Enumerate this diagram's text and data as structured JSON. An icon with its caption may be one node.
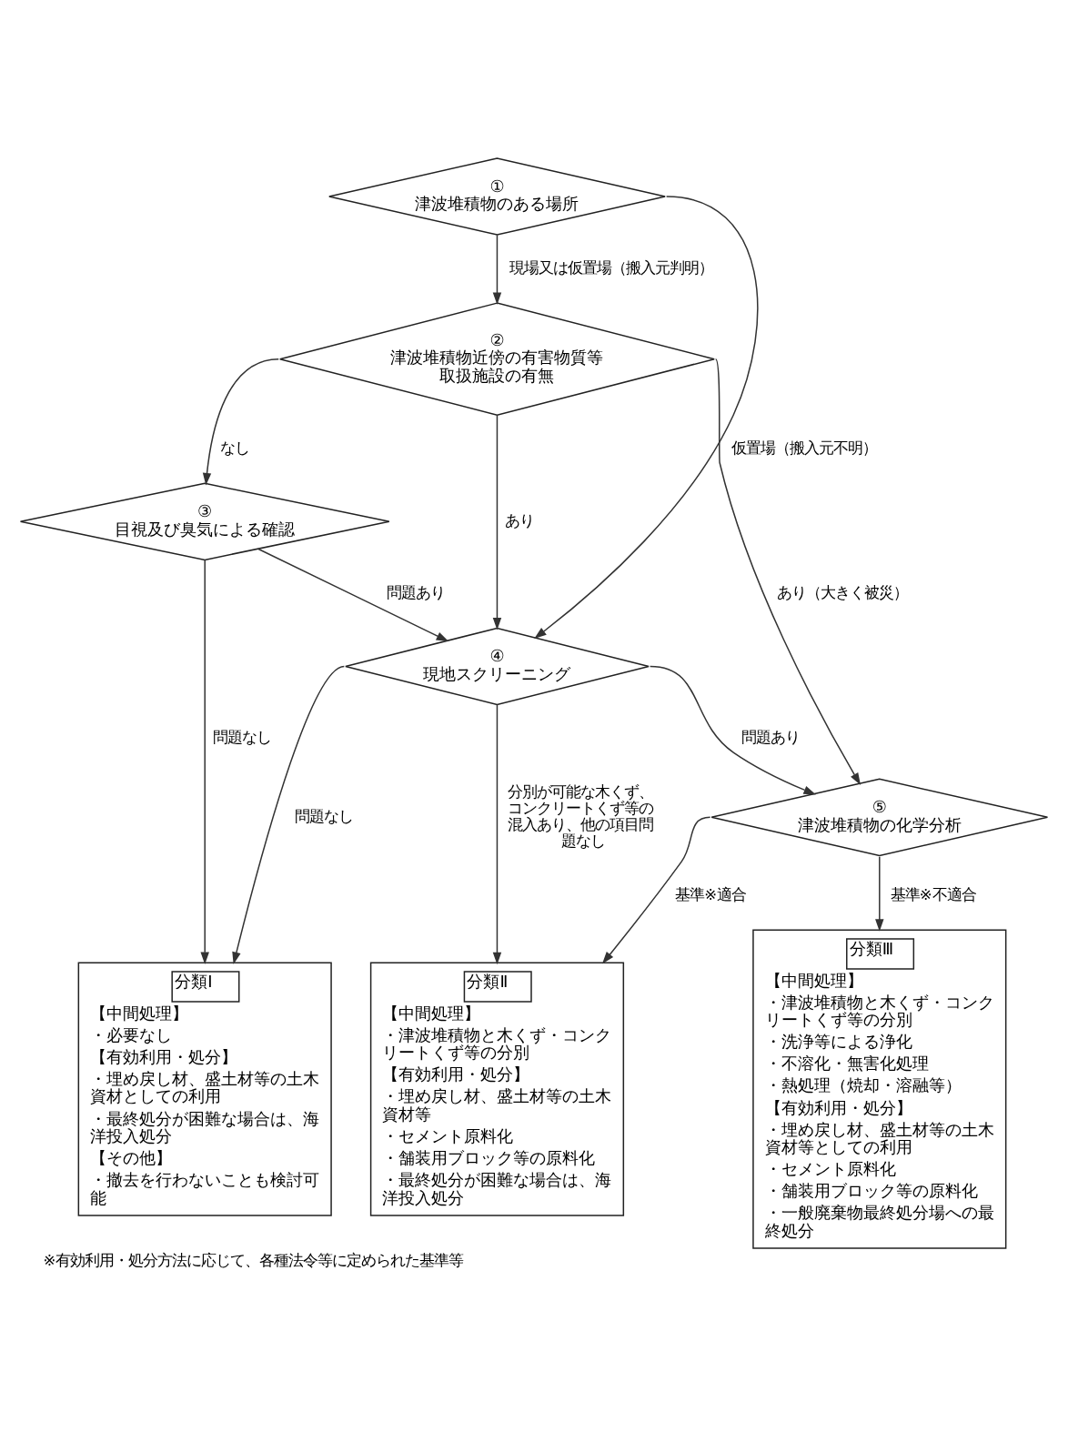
{
  "diagram": {
    "caption": "※有効利用・処分方法に応じて、各種法令等に定められた基準等",
    "nodes": [
      {
        "text": [
          "①",
          "津波堆積物のある場所"
        ]
      },
      {
        "text": [
          "②",
          "津波堆積物近傍の有害物質等取扱施設の有無"
        ]
      },
      {
        "text": [
          "③",
          "目視及び臭気による確認"
        ]
      },
      {
        "text": [
          "④",
          "現地スクリーニング"
        ]
      },
      {
        "text": [
          "⑤",
          "津波堆積物の化学分析"
        ]
      },
      {
        "text": [
          "分類Ⅰ",
          "【中間処理】",
          "・必要なし",
          "【有効利用・処分】",
          "・埋め戻し材、盛土材等の土木資材としての利用",
          "・最終処分が困難な場合は、海洋投入処分",
          "【その他】",
          "・撤去を行わないことも検討可能"
        ]
      },
      {
        "text": [
          "分類Ⅱ",
          "【中間処理】",
          "・津波堆積物と木くず・コンクリートくず等の分別",
          "【有効利用・処分】",
          "・埋め戻し材、盛土材等の土木資材等",
          "・セメント原料化",
          "・舗装用ブロック等の原料化",
          "・最終処分が困難な場合は、海洋投入処分"
        ]
      },
      {
        "text": [
          "分類Ⅲ",
          "【中間処理】",
          "・津波堆積物と木くず・コンクリートくず等の分別",
          "・洗浄等による浄化",
          "・不溶化・無害化処理",
          "・熱処理（焼却・溶融等）",
          "【有効利用・処分】",
          "・埋め戻し材、盛土材等の土木資材等としての利用",
          "・セメント原料化",
          "・舗装用ブロック等の原料化",
          "・一般廃棄物最終処分場への最終処分"
        ]
      }
    ],
    "edges": [
      {
        "from": 0,
        "to": 1,
        "arrow": "to",
        "label": "現場又は仮置場（搬入元判明）"
      },
      {
        "from": 0,
        "to": 3,
        "arrow": "to",
        "label": "仮置場（搬入元不明）"
      },
      {
        "from": 1,
        "to": 2,
        "arrow": "to",
        "label": "なし"
      },
      {
        "from": 1,
        "to": 3,
        "arrow": "to",
        "label": "あり"
      },
      {
        "from": 1,
        "to": 4,
        "arrow": "to",
        "label": "あり（大きく被災）"
      },
      {
        "from": 2,
        "to": 3,
        "arrow": "to",
        "label": "問題あり"
      },
      {
        "from": 2,
        "to": 5,
        "arrow": "to",
        "label": "問題なし"
      },
      {
        "from": 3,
        "to": 5,
        "arrow": "to",
        "label": "問題なし"
      },
      {
        "from": 3,
        "to": 4,
        "arrow": "to",
        "label": "問題あり"
      },
      {
        "from": 3,
        "to": 6,
        "arrow": "to",
        "label": "分別が可能な木くず、コンクリートくず等の混入あり、他の項目問題なし"
      },
      {
        "from": 4,
        "to": 6,
        "arrow": "to",
        "label": "基準※適合"
      },
      {
        "from": 4,
        "to": 7,
        "arrow": "to",
        "label": "基準※不適合"
      }
    ]
  }
}
